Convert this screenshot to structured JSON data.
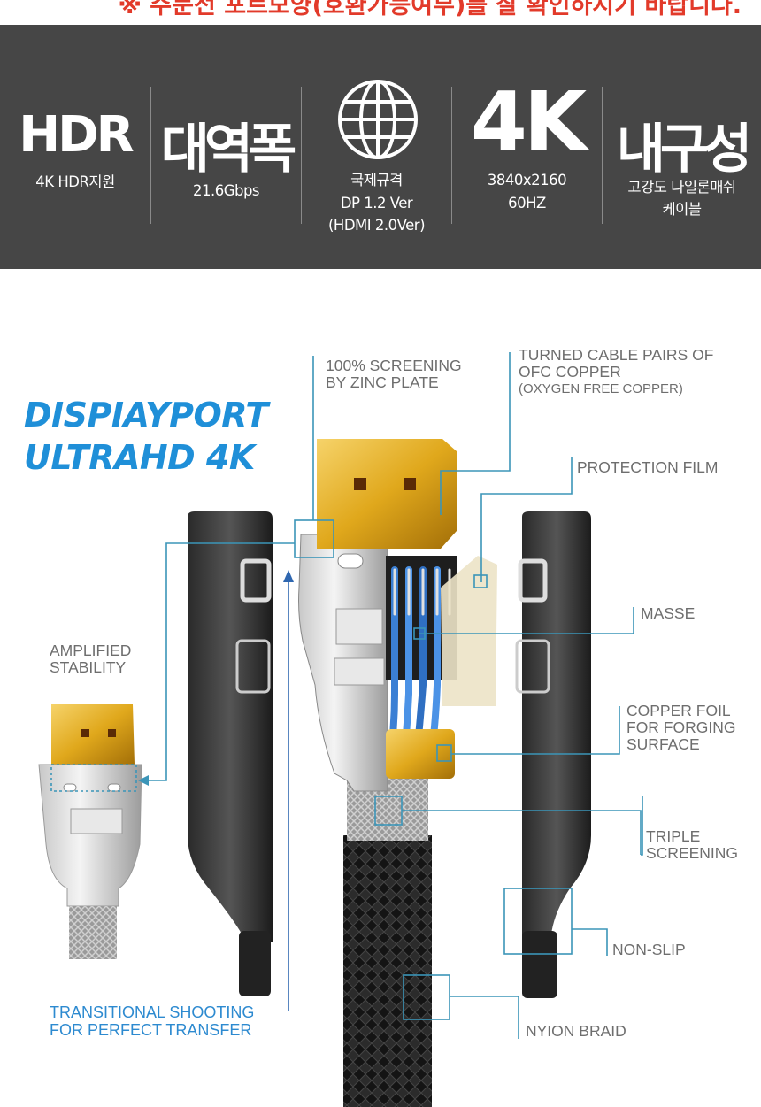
{
  "notice": "※ 주문전 포트모양(호환가능여부)를 잘 확인하시기 바랍니다.",
  "features": [
    {
      "big": "HDR",
      "sub": [
        "4K HDR지원"
      ]
    },
    {
      "big": "대역폭",
      "sub": [
        "21.6Gbps"
      ]
    },
    {
      "big": "",
      "icon": "globe-icon",
      "sub": [
        "국제규격",
        "DP 1.2 Ver",
        "(HDMI 2.0Ver)"
      ]
    },
    {
      "big": "4K",
      "sub": [
        "3840x2160",
        "60HZ"
      ]
    },
    {
      "big": "내구성",
      "sub": [
        "고강도 나일론매쉬",
        "케이블"
      ]
    }
  ],
  "title": [
    "DISPIAYPORT",
    "ULTRAHD 4K"
  ],
  "labels": {
    "screening": [
      "100% SCREENING",
      "BY ZINC PLATE"
    ],
    "turned": [
      "TURNED CABLE PAIRS OF",
      "OFC COPPER",
      "(OXYGEN FREE COPPER)"
    ],
    "protection": "PROTECTION FILM",
    "masse": "MASSE",
    "amplified": [
      "AMPLIFIED",
      "STABILITY"
    ],
    "copper": [
      "COPPER FOIL",
      "FOR FORGING",
      "SURFACE"
    ],
    "triple": [
      "TRIPLE",
      "SCREENING"
    ],
    "nonslip": "NON-SLIP",
    "transitional": [
      "TRANSITIONAL SHOOTING",
      "FOR PERFECT TRANSFER"
    ],
    "braid": "NYION BRAID"
  },
  "colors": {
    "band": "#464646",
    "notice": "#e23a2a",
    "title": "#1f8fd8",
    "callout": "#2d8ad0"
  }
}
